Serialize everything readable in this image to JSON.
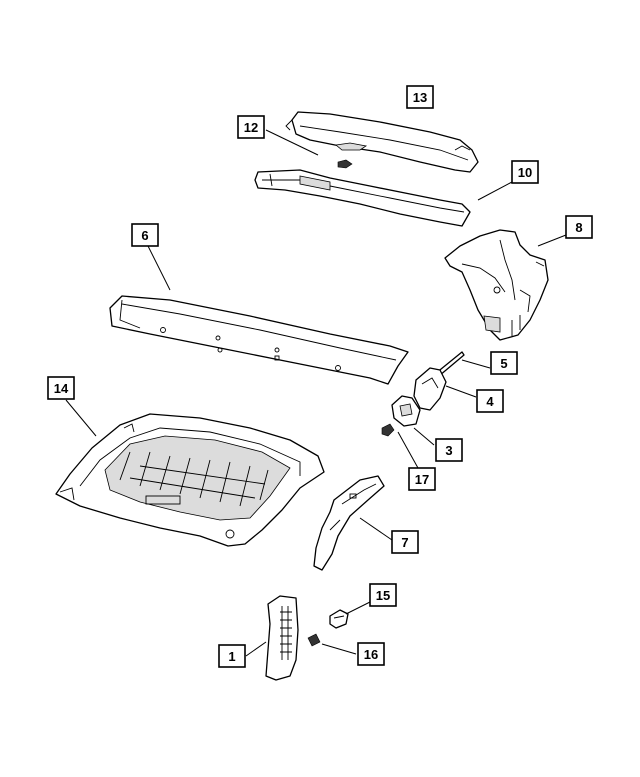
{
  "callouts": [
    {
      "id": "1",
      "label": "1"
    },
    {
      "id": "3",
      "label": "3"
    },
    {
      "id": "4",
      "label": "4"
    },
    {
      "id": "5",
      "label": "5"
    },
    {
      "id": "6",
      "label": "6"
    },
    {
      "id": "7",
      "label": "7"
    },
    {
      "id": "8",
      "label": "8"
    },
    {
      "id": "10",
      "label": "10"
    },
    {
      "id": "12",
      "label": "12"
    },
    {
      "id": "13",
      "label": "13"
    },
    {
      "id": "14",
      "label": "14"
    },
    {
      "id": "15",
      "label": "15"
    },
    {
      "id": "16",
      "label": "16"
    },
    {
      "id": "17",
      "label": "17"
    }
  ]
}
